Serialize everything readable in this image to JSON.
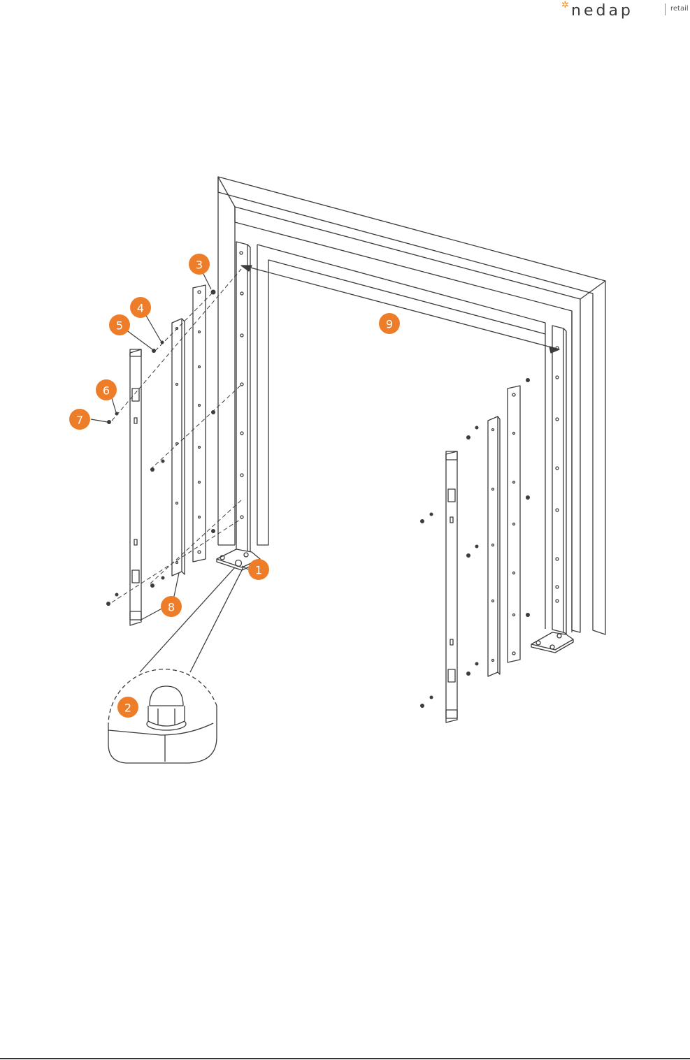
{
  "brand": {
    "name": "nedap",
    "division": "retail",
    "accent_color": "#ee7d2a"
  },
  "callouts": [
    "1",
    "2",
    "3",
    "4",
    "5",
    "6",
    "7",
    "8",
    "9"
  ]
}
